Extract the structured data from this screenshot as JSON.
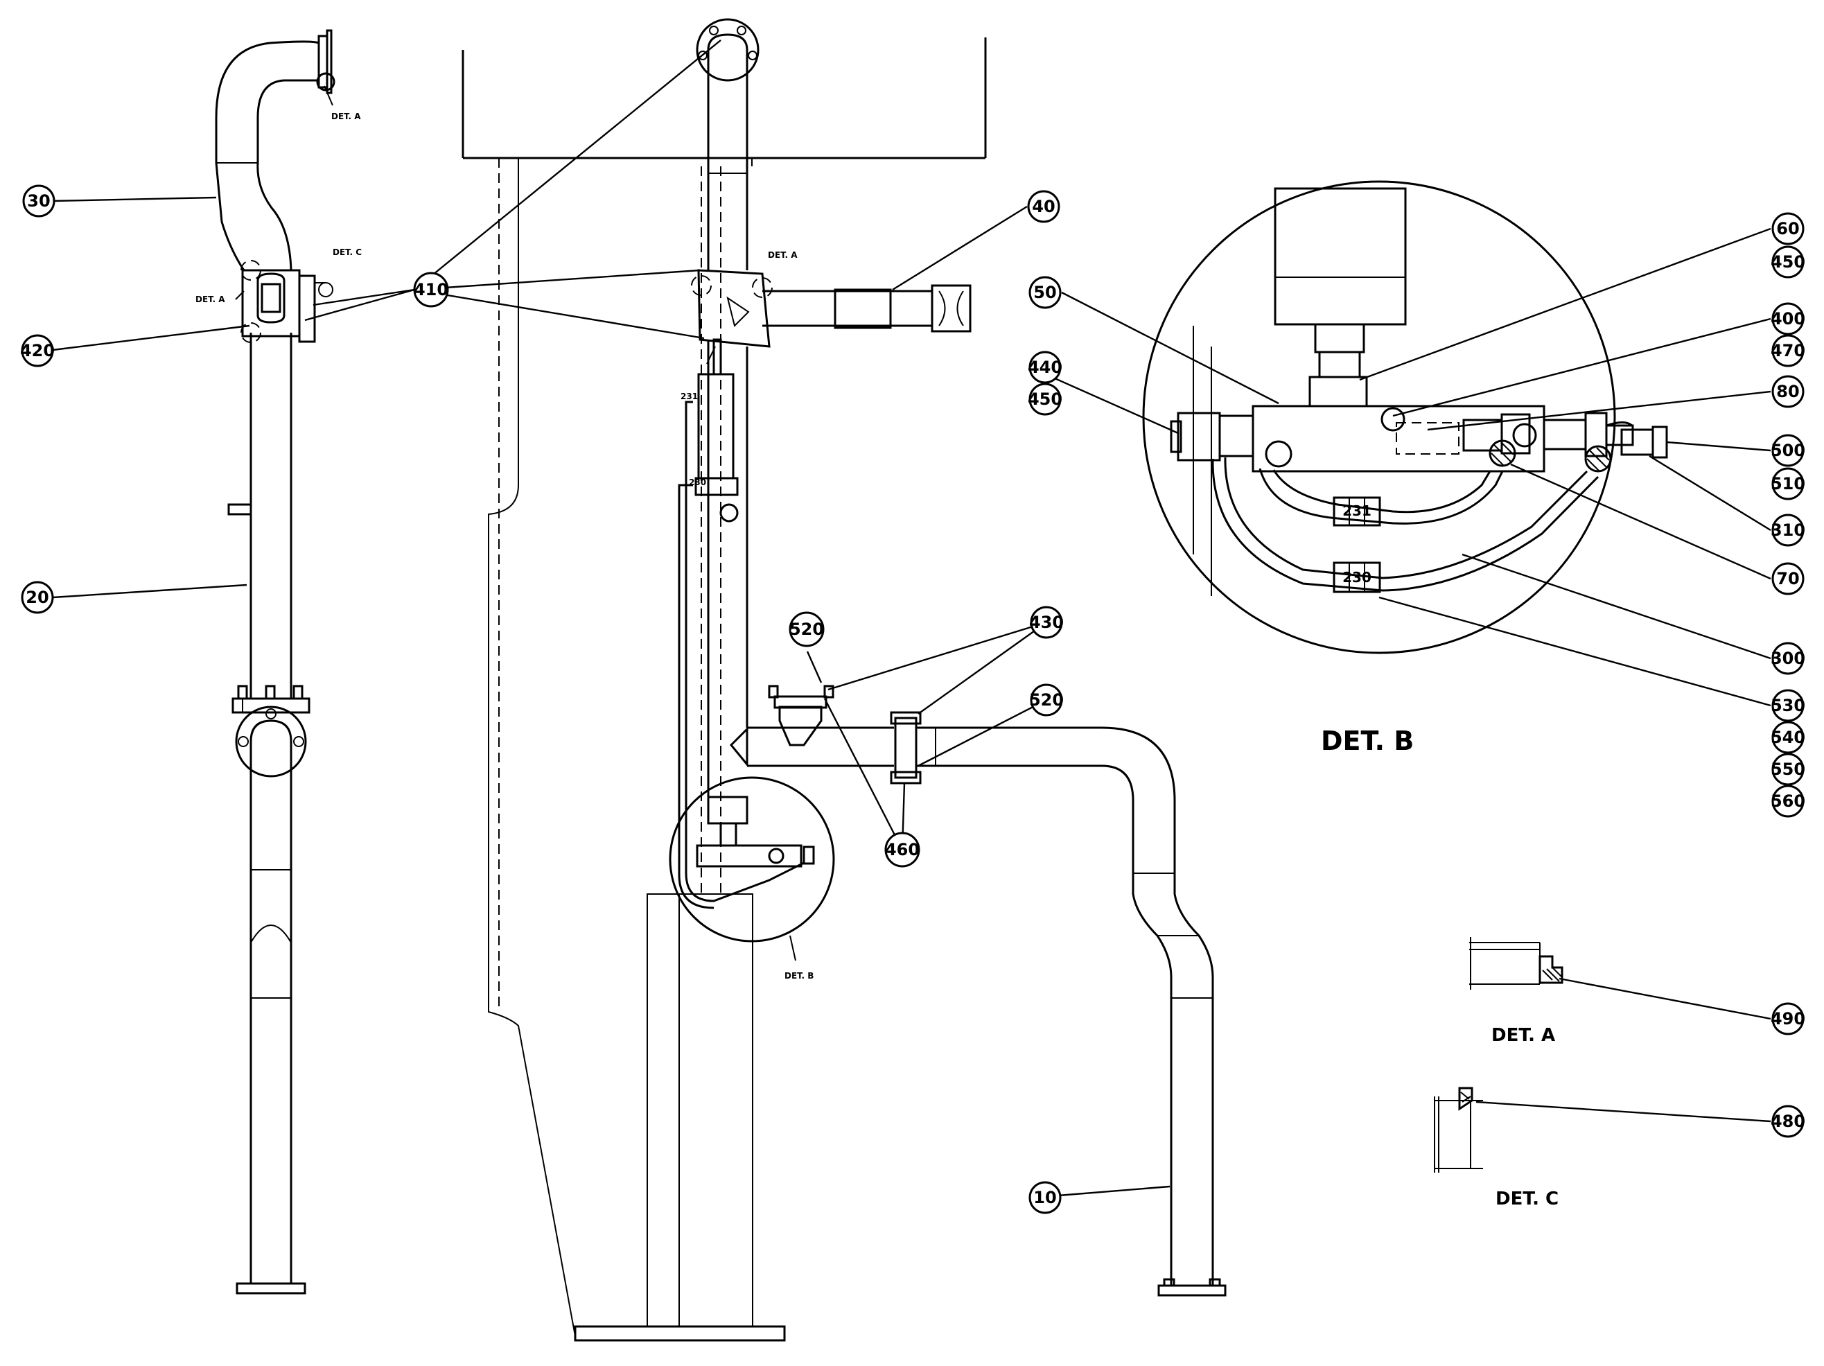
{
  "callouts": {
    "c10": "10",
    "c20": "20",
    "c30": "30",
    "c40": "40",
    "c50": "50",
    "c60": "60",
    "c70": "70",
    "c80": "80",
    "c300": "300",
    "c310": "310",
    "c400": "400",
    "c410": "410",
    "c420": "420",
    "c430": "430",
    "c440": "440",
    "c450a": "450",
    "c450b": "450",
    "c460": "460",
    "c470": "470",
    "c480": "480",
    "c490": "490",
    "c500": "500",
    "c510": "510",
    "c520a": "520",
    "c520b": "520",
    "c530": "530",
    "c540": "540",
    "c550": "550",
    "c560": "560"
  },
  "detail_labels": {
    "det_b_main": "DET. B",
    "det_a_main": "DET. A",
    "det_c_main": "DET. C",
    "det_a_ref_top": "DET. A",
    "det_a_ref_left": "DET. A",
    "det_c_ref_left": "DET. C",
    "det_a_ref_center": "DET. A",
    "det_b_ref_center": "DET. B"
  },
  "hose_tags": {
    "tag_231_detail": "231",
    "tag_230_detail": "230",
    "tag_231_main": "231",
    "tag_230_main": "230"
  }
}
